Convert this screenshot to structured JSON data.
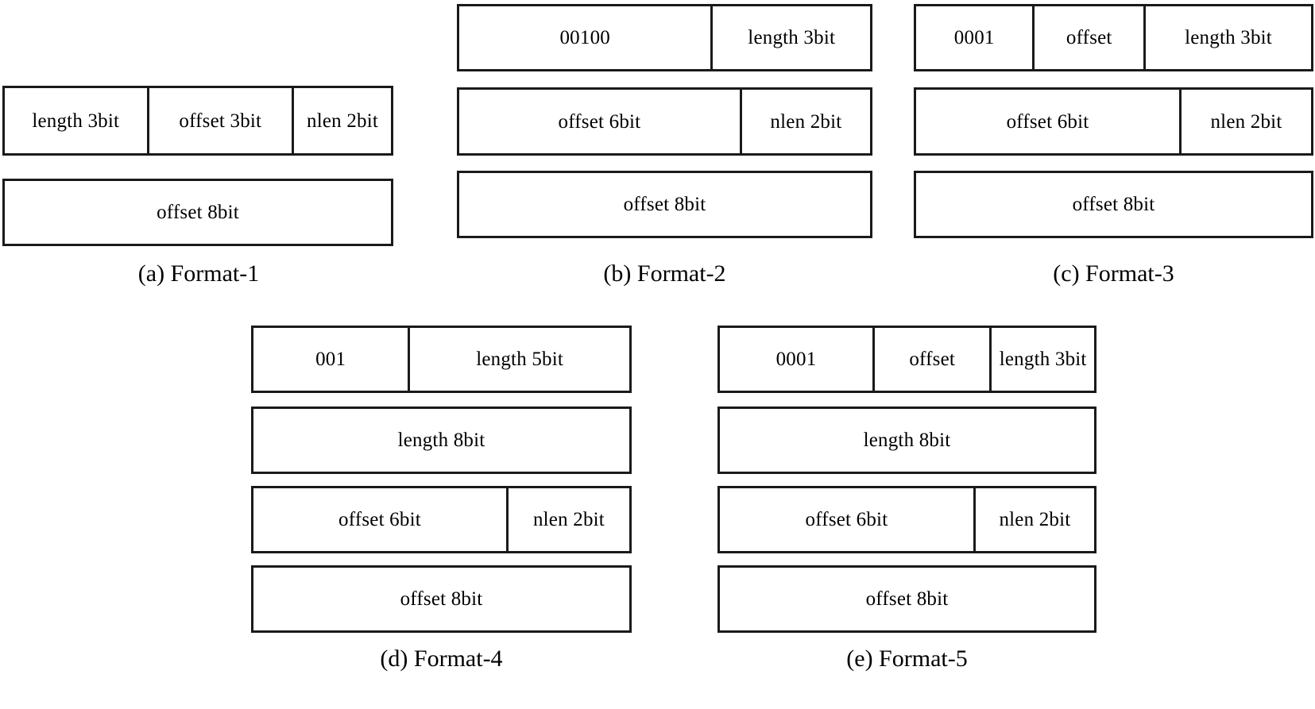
{
  "figure": {
    "kind": "bit-field-format-diagram",
    "background_color": "#ffffff",
    "line_color": "#1a1a1a",
    "text_color": "#000000"
  },
  "formats": [
    {
      "id": "format-1",
      "caption": "(a) Format-1",
      "rows": [
        {
          "cells": [
            {
              "label": "length 3bit",
              "flex": 183
            },
            {
              "label": "offset 3bit",
              "flex": 184
            },
            {
              "label": "nlen 2bit",
              "flex": 125
            }
          ]
        },
        {
          "cells": [
            {
              "label": "offset 8bit",
              "flex": 492
            }
          ]
        }
      ]
    },
    {
      "id": "format-2",
      "caption": "(b) Format-2",
      "rows": [
        {
          "cells": [
            {
              "label": "00100",
              "flex": 322
            },
            {
              "label": "length 3bit",
              "flex": 201
            }
          ]
        },
        {
          "cells": [
            {
              "label": "offset 6bit",
              "flex": 359
            },
            {
              "label": "nlen 2bit",
              "flex": 164
            }
          ]
        },
        {
          "cells": [
            {
              "label": "offset 8bit",
              "flex": 523
            }
          ]
        }
      ]
    },
    {
      "id": "format-3",
      "caption": "(c) Format-3",
      "rows": [
        {
          "cells": [
            {
              "label": "0001",
              "flex": 150
            },
            {
              "label": "offset",
              "flex": 140
            },
            {
              "label": "length 3bit",
              "flex": 213
            }
          ]
        },
        {
          "cells": [
            {
              "label": "offset 6bit",
              "flex": 337
            },
            {
              "label": "nlen 2bit",
              "flex": 166
            }
          ]
        },
        {
          "cells": [
            {
              "label": "offset 8bit",
              "flex": 503
            }
          ]
        }
      ]
    },
    {
      "id": "format-4",
      "caption": "(d) Format-4",
      "rows": [
        {
          "cells": [
            {
              "label": "001",
              "flex": 198
            },
            {
              "label": "length 5bit",
              "flex": 281
            }
          ]
        },
        {
          "cells": [
            {
              "label": "length 8bit",
              "flex": 479
            }
          ]
        },
        {
          "cells": [
            {
              "label": "offset 6bit",
              "flex": 324
            },
            {
              "label": "nlen 2bit",
              "flex": 155
            }
          ]
        },
        {
          "cells": [
            {
              "label": "offset 8bit",
              "flex": 479
            }
          ]
        }
      ]
    },
    {
      "id": "format-5",
      "caption": "(e) Format-5",
      "rows": [
        {
          "cells": [
            {
              "label": "0001",
              "flex": 197
            },
            {
              "label": "offset",
              "flex": 148
            },
            {
              "label": "length 3bit",
              "flex": 132
            }
          ]
        },
        {
          "cells": [
            {
              "label": "length 8bit",
              "flex": 477
            }
          ]
        },
        {
          "cells": [
            {
              "label": "offset 6bit",
              "flex": 325
            },
            {
              "label": "nlen 2bit",
              "flex": 152
            }
          ]
        },
        {
          "cells": [
            {
              "label": "offset 8bit",
              "flex": 477
            }
          ]
        }
      ]
    }
  ]
}
